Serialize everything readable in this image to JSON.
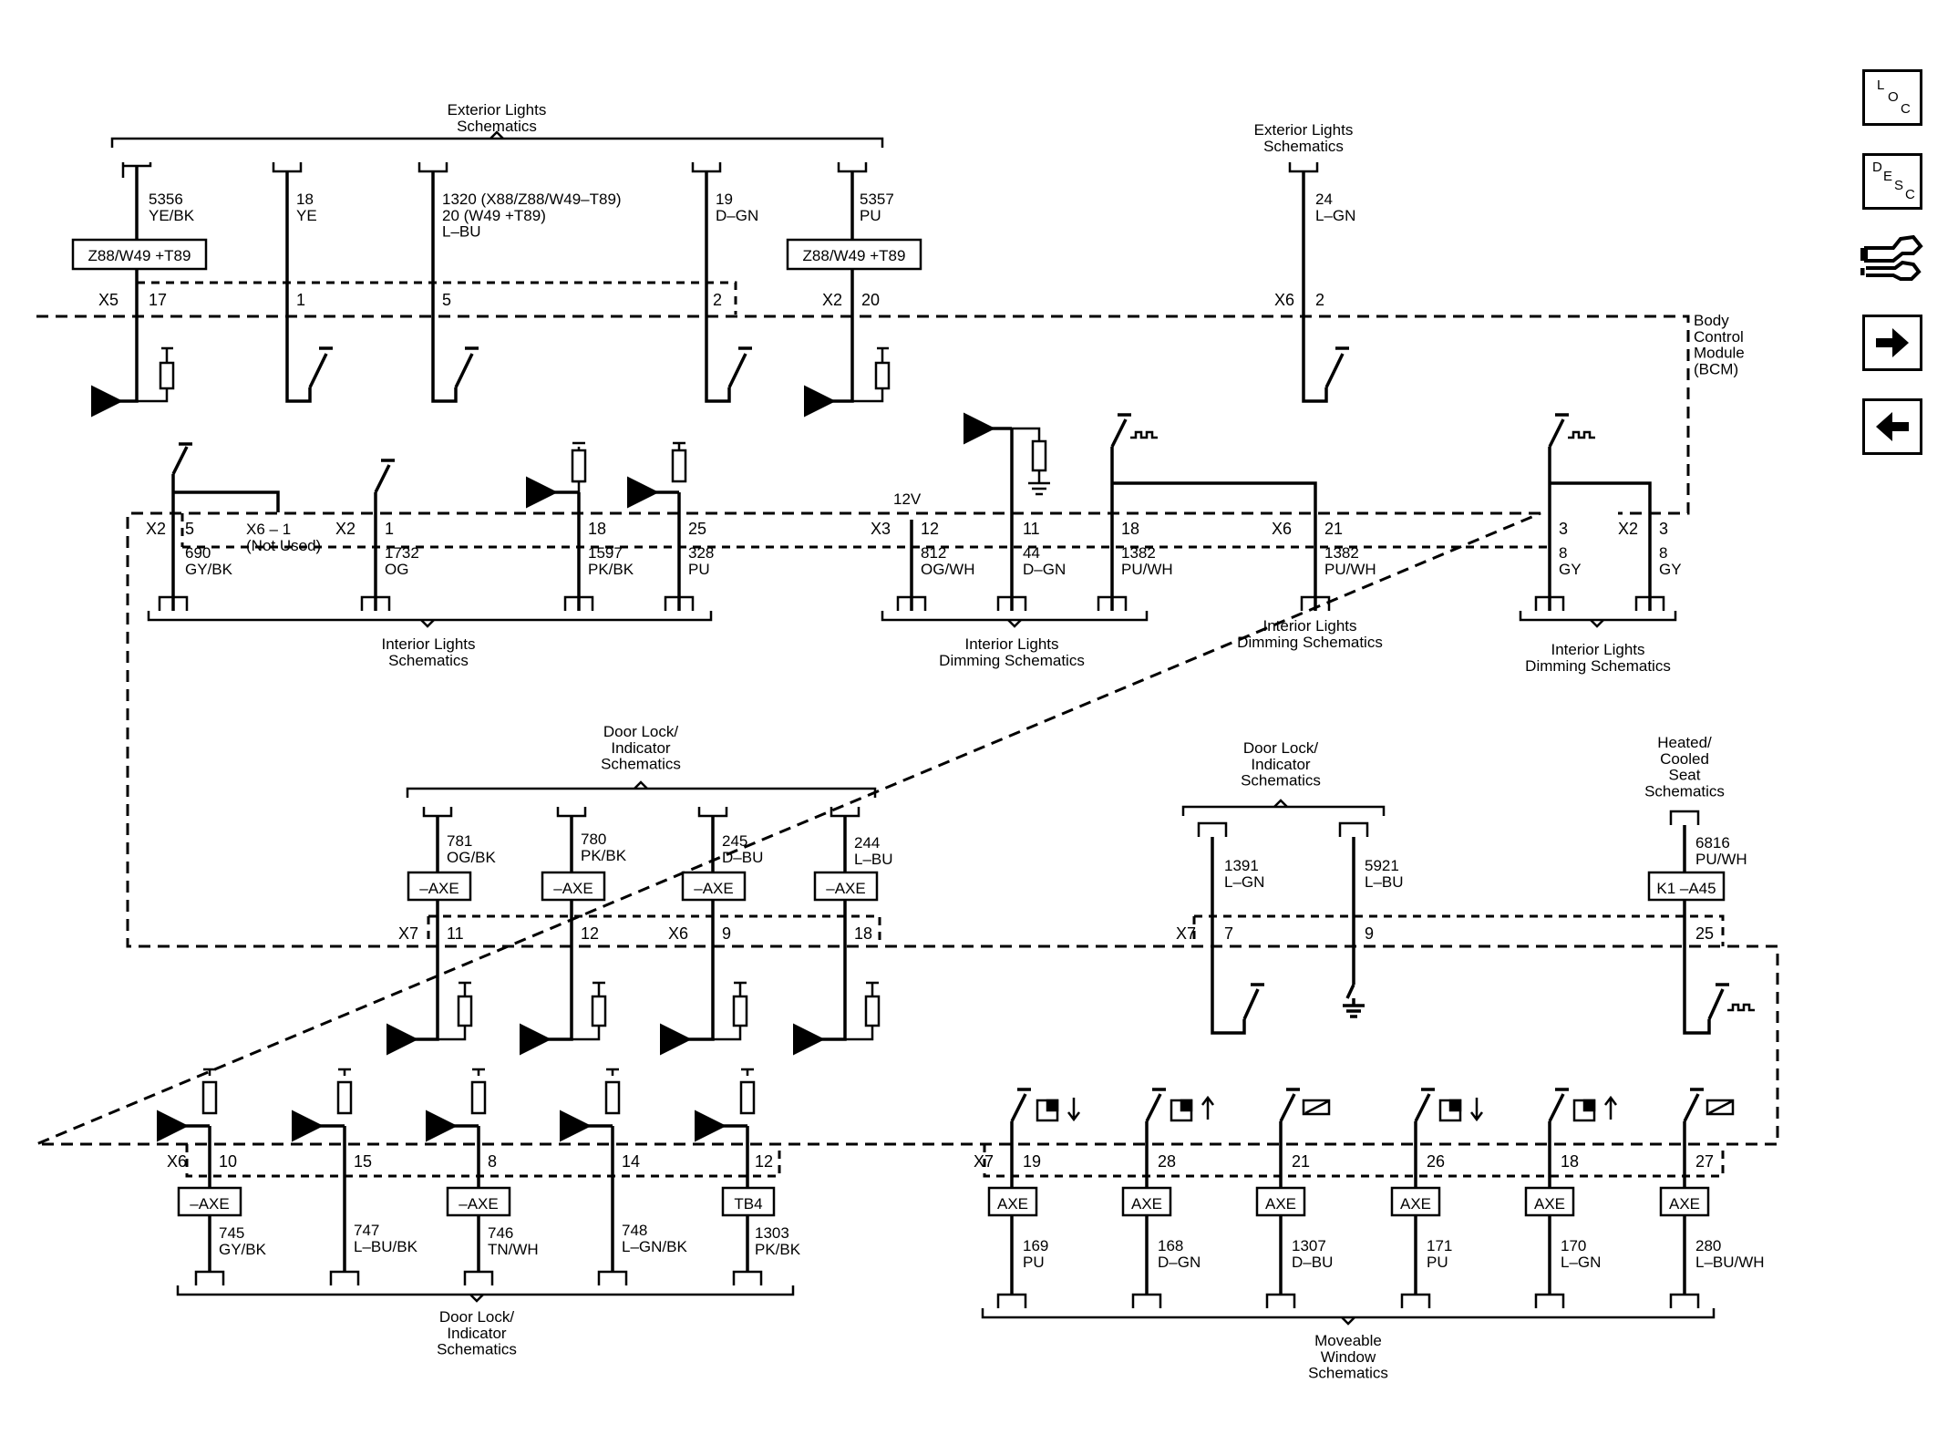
{
  "body_control_module": "Body\nControl\nModule\n(BCM)",
  "nav": {
    "loc_letters": [
      "L",
      "O",
      "C"
    ],
    "desc_letters": [
      "D",
      "E",
      "S",
      "C"
    ]
  },
  "headers": {
    "ext_lights_left": "Exterior Lights\nSchematics",
    "ext_lights_right": "Exterior Lights\nSchematics",
    "int_lights": "Interior Lights\nSchematics",
    "int_dim_1": "Interior Lights\nDimming Schematics",
    "int_dim_2": "Interior Lights\nDimming Schematics",
    "int_dim_3": "Interior Lights\nDimming Schematics",
    "door_lock_mid": "Door Lock/\nIndicator\nSchematics",
    "door_lock_right": "Door Lock/\nIndicator\nSchematics",
    "heated_seat": "Heated/\nCooled\nSeat\nSchematics",
    "door_lock_bottom": "Door Lock/\nIndicator\nSchematics",
    "moveable_window": "Moveable\nWindow\nSchematics"
  },
  "connectors": {
    "x5": "X5",
    "x2_top": "X2",
    "x6_top": "X6",
    "x2_a": "X2",
    "x2_b": "X2",
    "x3": "X3",
    "x6_mid": "X6",
    "x2_c": "X2",
    "x7_a": "X7",
    "x6_b": "X6",
    "x7_b": "X7",
    "x6_c": "X6",
    "x7_c": "X7"
  },
  "not_used": "X6 – 1\n(Not Used)",
  "supply_12v": "12V",
  "options": {
    "z88_left": "Z88/W49 +T89",
    "z88_right": "Z88/W49 +T89",
    "k1": "K1 –A45",
    "axe_minus": "–AXE",
    "axe": "AXE",
    "tb4": "TB4"
  },
  "row1": [
    {
      "pin": "17",
      "wire": "5356\nYE/BK"
    },
    {
      "pin": "1",
      "wire": "18\nYE"
    },
    {
      "pin": "5",
      "wire": "1320 (X88/Z88/W49–T89)\n20 (W49 +T89)\nL–BU"
    },
    {
      "pin": "2",
      "wire": "19\nD–GN"
    },
    {
      "pin": "20",
      "wire": "5357\nPU"
    },
    {
      "pin": "2",
      "wire": "24\nL–GN"
    }
  ],
  "row2": [
    {
      "pin": "5",
      "wire": "690\nGY/BK"
    },
    {
      "pin": "1",
      "wire": "1732\nOG"
    },
    {
      "pin": "18",
      "wire": "1597\nPK/BK"
    },
    {
      "pin": "25",
      "wire": "328\nPU"
    },
    {
      "pin": "12",
      "wire": "812\nOG/WH"
    },
    {
      "pin": "11",
      "wire": "44\nD–GN"
    },
    {
      "pin": "18",
      "wire": "1382\nPU/WH"
    },
    {
      "pin": "21",
      "wire": "1382\nPU/WH"
    },
    {
      "pin": "3",
      "wire": "8\nGY"
    },
    {
      "pin": "3",
      "wire": "8\nGY"
    }
  ],
  "row3": [
    {
      "pin": "11",
      "wire": "781\nOG/BK"
    },
    {
      "pin": "12",
      "wire": "780\nPK/BK"
    },
    {
      "pin": "9",
      "wire": "245\nD–BU"
    },
    {
      "pin": "18",
      "wire": "244\nL–BU"
    },
    {
      "pin": "7",
      "wire": "1391\nL–GN"
    },
    {
      "pin": "9",
      "wire": "5921\nL–BU"
    },
    {
      "pin": "25",
      "wire": "6816\nPU/WH"
    }
  ],
  "row4": [
    {
      "pin": "10",
      "wire": "745\nGY/BK"
    },
    {
      "pin": "15",
      "wire": "747\nL–BU/BK"
    },
    {
      "pin": "8",
      "wire": "746\nTN/WH"
    },
    {
      "pin": "14",
      "wire": "748\nL–GN/BK"
    },
    {
      "pin": "12",
      "wire": "1303\nPK/BK"
    }
  ],
  "row5": [
    {
      "pin": "19",
      "wire": "169\nPU"
    },
    {
      "pin": "28",
      "wire": "168\nD–GN"
    },
    {
      "pin": "21",
      "wire": "1307\nD–BU"
    },
    {
      "pin": "26",
      "wire": "171\nPU"
    },
    {
      "pin": "18",
      "wire": "170\nL–GN"
    },
    {
      "pin": "27",
      "wire": "280\nL–BU/WH"
    }
  ]
}
